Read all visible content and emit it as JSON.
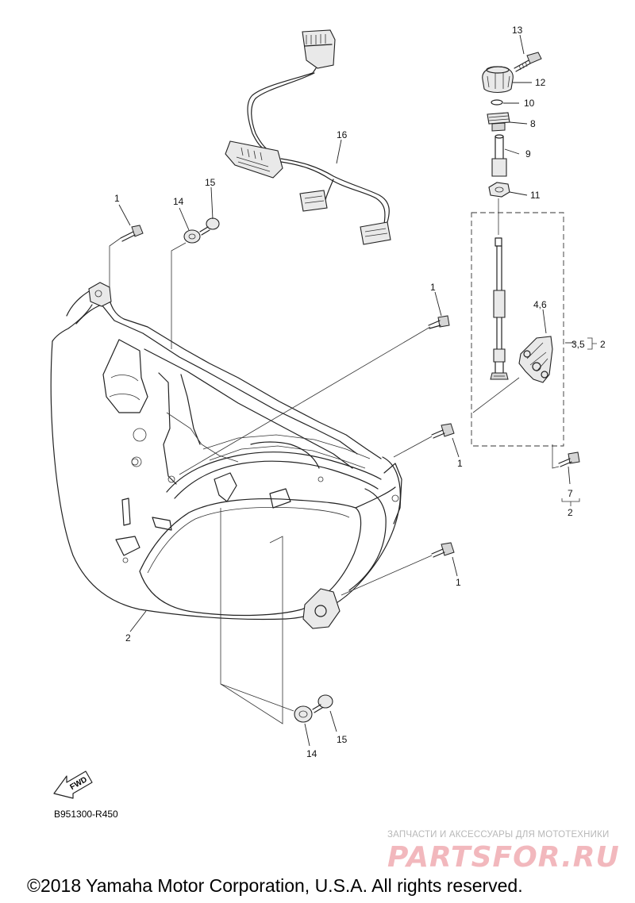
{
  "diagram": {
    "callouts": [
      {
        "id": "callout-13",
        "text": "13"
      },
      {
        "id": "callout-12",
        "text": "12"
      },
      {
        "id": "callout-10",
        "text": "10"
      },
      {
        "id": "callout-8",
        "text": "8"
      },
      {
        "id": "callout-9",
        "text": "9"
      },
      {
        "id": "callout-11",
        "text": "11"
      },
      {
        "id": "callout-16",
        "text": "16"
      },
      {
        "id": "callout-1-top-left",
        "text": "1"
      },
      {
        "id": "callout-14-top",
        "text": "14"
      },
      {
        "id": "callout-15-top",
        "text": "15"
      },
      {
        "id": "callout-1-center",
        "text": "1"
      },
      {
        "id": "callout-4-6",
        "text": "4,6"
      },
      {
        "id": "callout-3-5",
        "text": "3,5"
      },
      {
        "id": "callout-2-bracket",
        "text": "2"
      },
      {
        "id": "callout-1-right-mid",
        "text": "1"
      },
      {
        "id": "callout-7",
        "text": "7"
      },
      {
        "id": "callout-2-under-7",
        "text": "2"
      },
      {
        "id": "callout-1-right-low",
        "text": "1"
      },
      {
        "id": "callout-2-housing",
        "text": "2"
      },
      {
        "id": "callout-14-bottom",
        "text": "14"
      },
      {
        "id": "callout-15-bottom",
        "text": "15"
      }
    ],
    "fwd_label": "FWD",
    "drawing_code": "B951300-R450"
  },
  "footer": {
    "copyright": "©2018 Yamaha Motor Corporation, U.S.A. All rights reserved."
  },
  "watermark": {
    "tagline": "ЗАПЧАСТИ И АКСЕССУАРЫ ДЛЯ МОТОТЕХНИКИ",
    "logo": "PARTSFOR.RU",
    "color": "#e2323c"
  }
}
